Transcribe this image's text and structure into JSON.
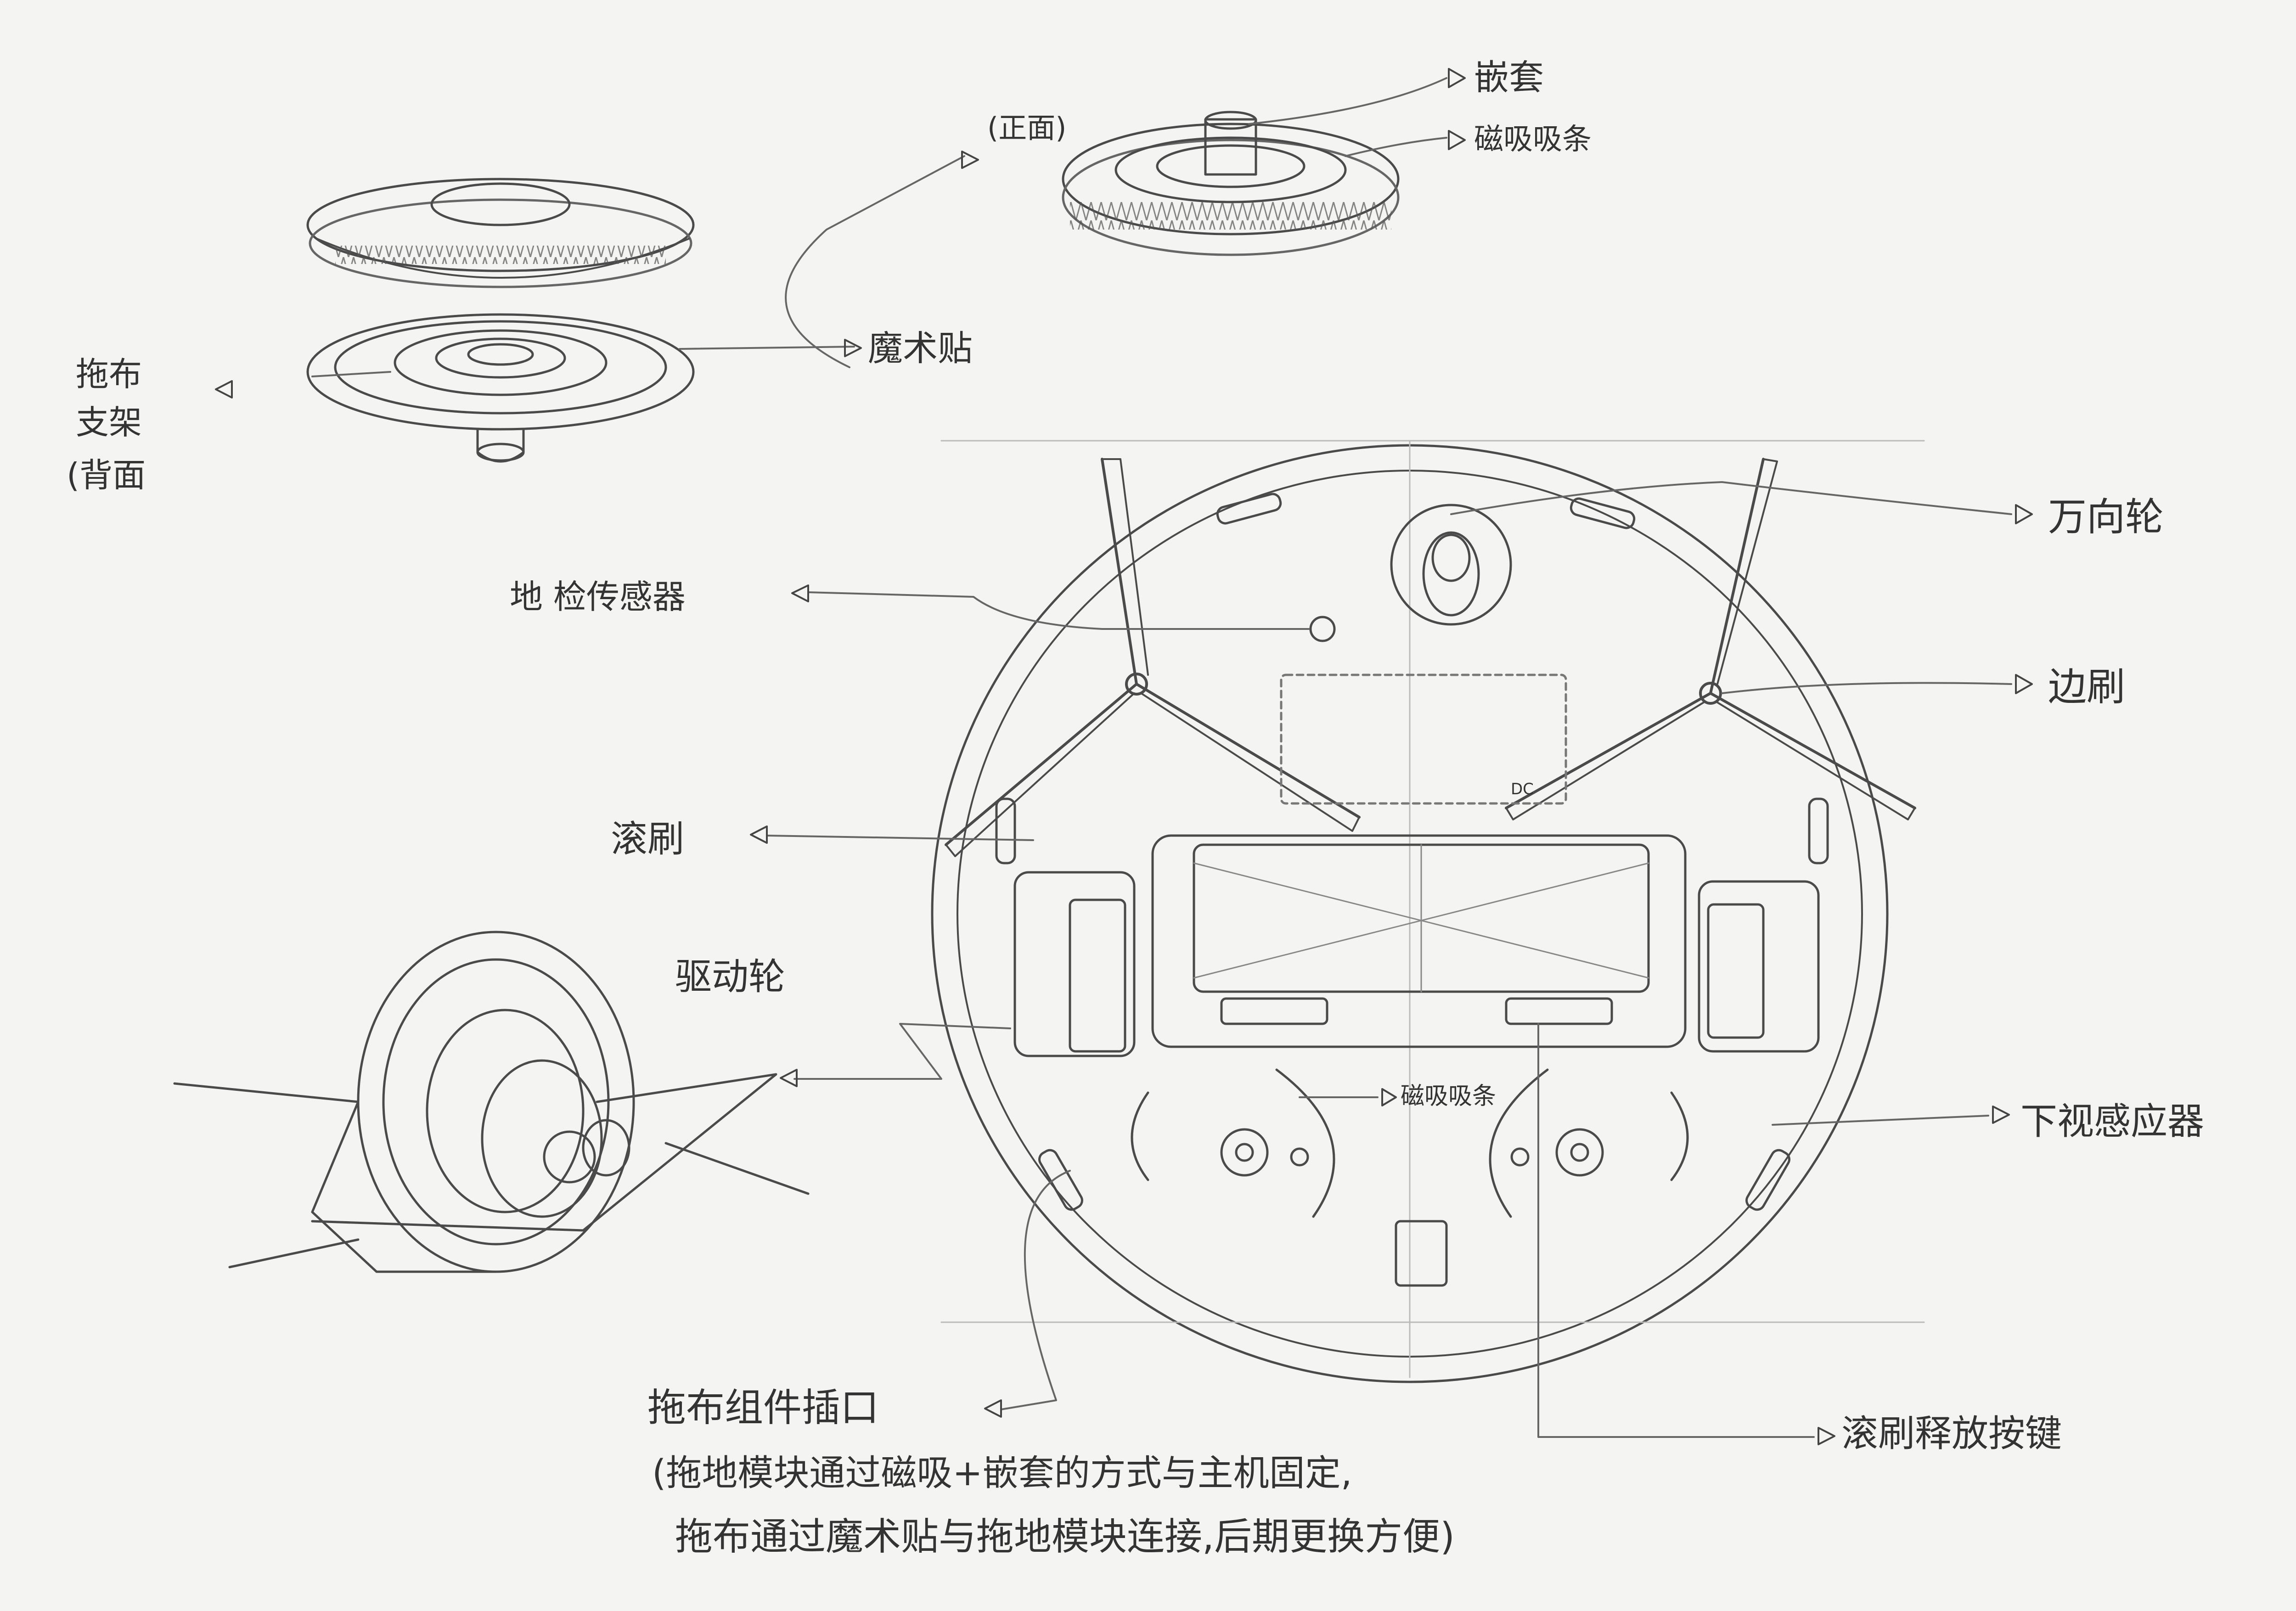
{
  "labels": {
    "qian_tao": "嵌套",
    "zheng_mian": "(正面)",
    "ci_xi_tiao_top": "磁吸吸条",
    "mo_shu_tie": "魔术贴",
    "tuo_bu_zhi_jia_l1": "拖布",
    "tuo_bu_zhi_jia_l2": "支架",
    "tuo_bu_zhi_jia_l3": "(背面",
    "wan_xiang_lun": "万向轮",
    "di_jian_chuan_gan_qi": "地 检传感器",
    "bian_shua": "边刷",
    "gun_shua": "滚刷",
    "qu_dong_lun": "驱动轮",
    "ci_xi_tiao_mid": "磁吸吸条",
    "xia_shi_gan_ying_qi": "下视感应器",
    "tuo_bu_zu_jian_cha_kou": "拖布组件插口",
    "gun_shua_shi_fang_an_jian": "滚刷释放按键",
    "note_line1": "(拖地模块通过磁吸+嵌套的方式与主机固定,",
    "note_line2": "拖布通过魔术贴与拖地模块连接,后期更换方便)",
    "dc_mark": "DC"
  }
}
